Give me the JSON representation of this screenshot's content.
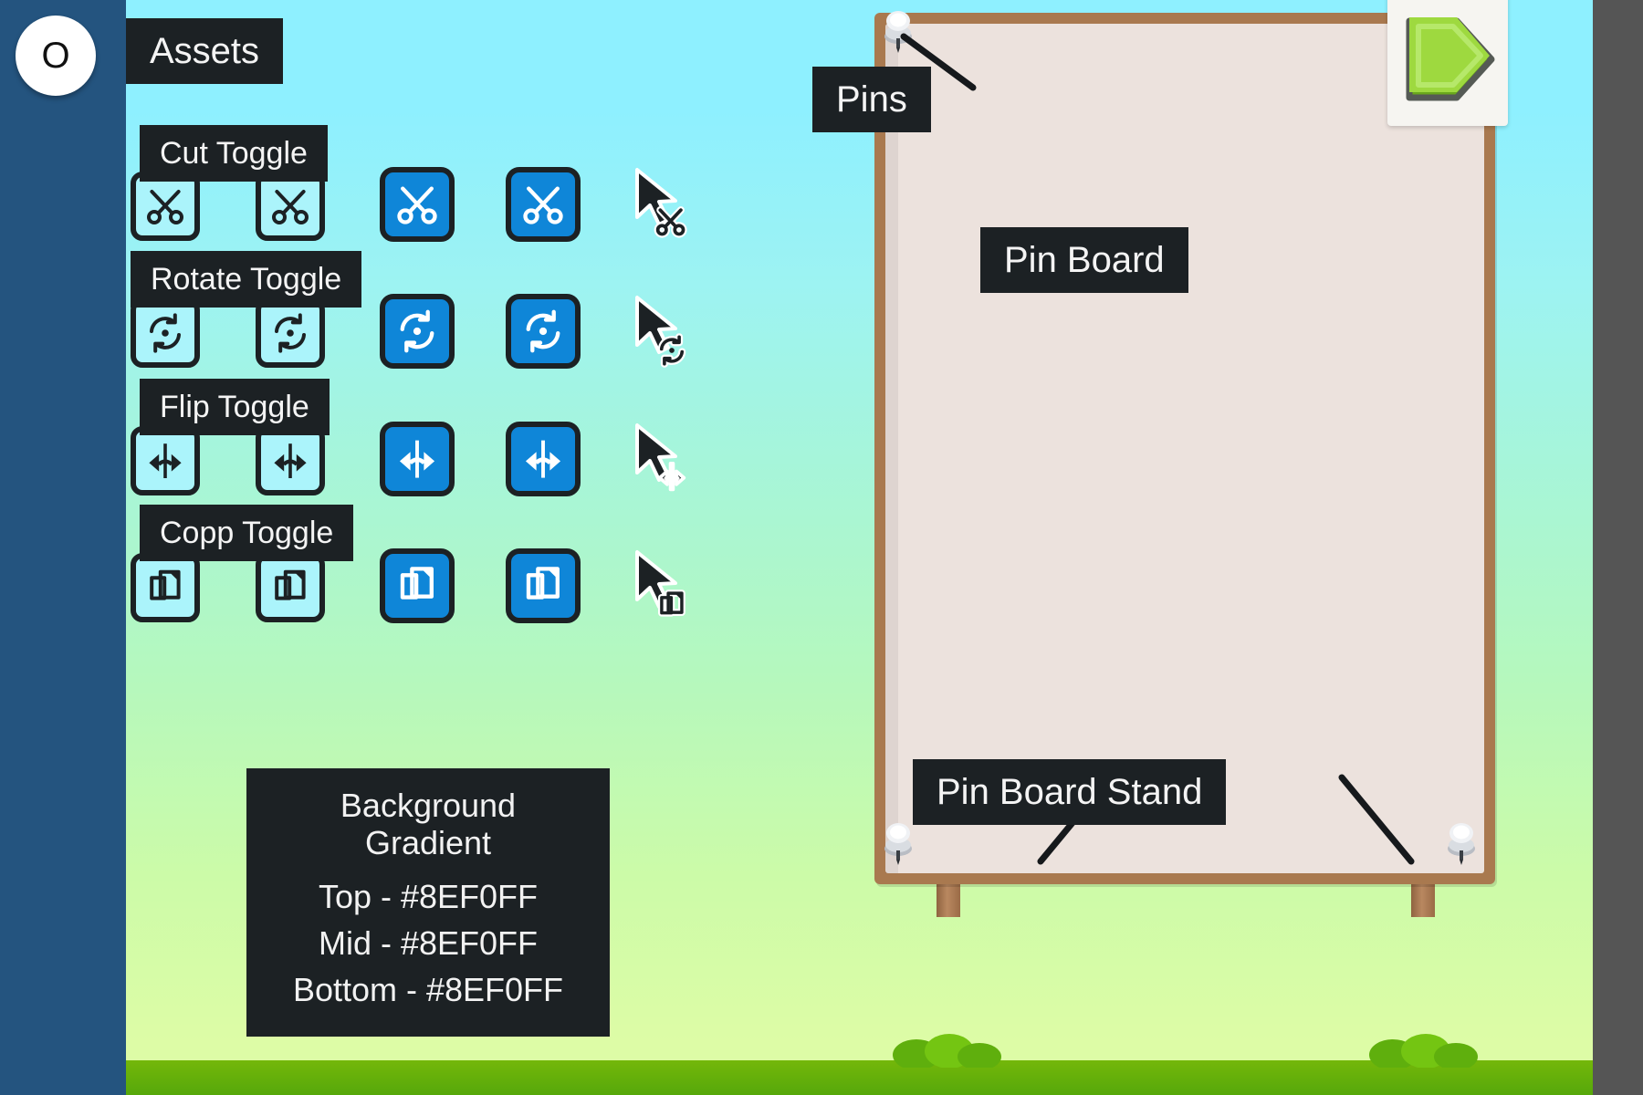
{
  "rail": {
    "badge_text": "O"
  },
  "header": {
    "title": "Assets"
  },
  "toggle_rows": [
    {
      "label": "Cut Toggle",
      "icon": "scissors-icon",
      "states": [
        "off",
        "off",
        "on",
        "on"
      ],
      "cursor_icon": "cursor-scissors-icon"
    },
    {
      "label": "Rotate Toggle",
      "icon": "rotate-icon",
      "states": [
        "off",
        "off",
        "on",
        "on"
      ],
      "cursor_icon": "cursor-rotate-icon"
    },
    {
      "label": "Flip Toggle",
      "icon": "flip-icon",
      "states": [
        "off",
        "off",
        "on",
        "on"
      ],
      "cursor_icon": "cursor-flip-icon"
    },
    {
      "label": "Copp Toggle",
      "icon": "copy-icon",
      "states": [
        "off",
        "off",
        "on",
        "on"
      ],
      "cursor_icon": "cursor-copy-icon"
    }
  ],
  "gradient_box": {
    "title": "Background Gradient",
    "top_line": "Top - #8EF0FF",
    "mid_line": "Mid - #8EF0FF",
    "bottom_line": "Bottom - #8EF0FF"
  },
  "board": {
    "pins_label": "Pins",
    "board_label": "Pin Board",
    "stand_label": "Pin Board Stand"
  },
  "overlay": {
    "arrow_icon": "green-play-arrow-icon"
  },
  "colors": {
    "gradient_top": "#8EF0FF",
    "gradient_mid": "#8EF0FF",
    "gradient_bottom": "#8EF0FF",
    "tile_on": "#0F86D8",
    "tile_off": "#ABF4FB",
    "label_bg": "#1C2124",
    "rail_bg": "#24547F",
    "board_face": "#ECE2DD",
    "board_frame": "#A9794F",
    "ground": "#56A80B",
    "arrow_green": "#A6DB4B"
  }
}
